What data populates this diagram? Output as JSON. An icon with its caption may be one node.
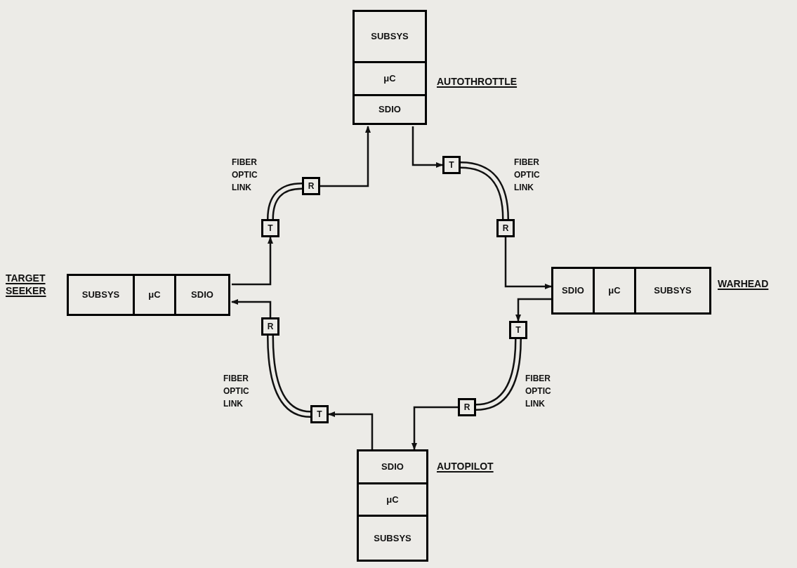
{
  "diagram": {
    "nodes": [
      {
        "text": [
          "AUTOTHROTTLE"
        ]
      },
      {
        "text": [
          "SUBSYS"
        ],
        "in": 0
      },
      {
        "text": [
          "μC"
        ],
        "in": 0
      },
      {
        "text": [
          "SDIO"
        ],
        "in": 0
      },
      {
        "text": [
          "R"
        ]
      },
      {
        "text": [
          "T"
        ]
      },
      {
        "text": [
          "T"
        ]
      },
      {
        "text": [
          "R"
        ]
      },
      {
        "text": [
          "TARGET SEEKER"
        ]
      },
      {
        "text": [
          "SUBSYS"
        ],
        "in": 8
      },
      {
        "text": [
          "μC"
        ],
        "in": 8
      },
      {
        "text": [
          "SDIO"
        ],
        "in": 8
      },
      {
        "text": [
          "WARHEAD"
        ]
      },
      {
        "text": [
          "SDIO"
        ],
        "in": 12
      },
      {
        "text": [
          "μC"
        ],
        "in": 12
      },
      {
        "text": [
          "SUBSYS"
        ],
        "in": 12
      },
      {
        "text": [
          "R"
        ]
      },
      {
        "text": [
          "T"
        ]
      },
      {
        "text": [
          "T"
        ]
      },
      {
        "text": [
          "R"
        ]
      },
      {
        "text": [
          "AUTOPILOT"
        ]
      },
      {
        "text": [
          "SDIO"
        ],
        "in": 20
      },
      {
        "text": [
          "μC"
        ],
        "in": 20
      },
      {
        "text": [
          "SUBSYS"
        ],
        "in": 20
      }
    ],
    "edges": [
      {
        "from": 4,
        "to": 3,
        "arrow": "to"
      },
      {
        "from": 3,
        "to": 5,
        "arrow": "to"
      },
      {
        "from": 5,
        "to": 7,
        "arrow": "none",
        "style": "thick",
        "label": "FIBER OPTIC LINK"
      },
      {
        "from": 7,
        "to": 13,
        "arrow": "to"
      },
      {
        "from": 13,
        "to": 17,
        "arrow": "to"
      },
      {
        "from": 17,
        "to": 19,
        "arrow": "none",
        "style": "thick",
        "label": "FIBER OPTIC LINK"
      },
      {
        "from": 19,
        "to": 21,
        "arrow": "to"
      },
      {
        "from": 21,
        "to": 18,
        "arrow": "to"
      },
      {
        "from": 18,
        "to": 16,
        "arrow": "none",
        "style": "thick",
        "label": "FIBER OPTIC LINK"
      },
      {
        "from": 16,
        "to": 11,
        "arrow": "to"
      },
      {
        "from": 11,
        "to": 6,
        "arrow": "to"
      },
      {
        "from": 6,
        "to": 4,
        "arrow": "none",
        "style": "thick",
        "label": "FIBER OPTIC LINK"
      }
    ]
  }
}
